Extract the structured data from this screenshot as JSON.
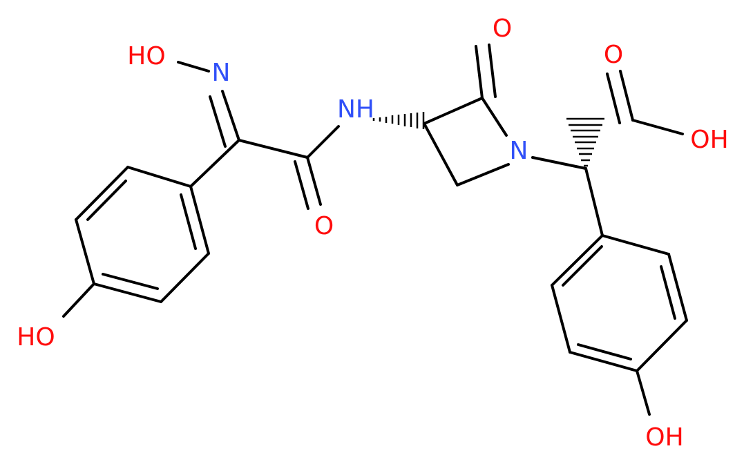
{
  "molecule": {
    "colors": {
      "bond": "#000000",
      "oxygen": "#ff0d0d",
      "nitrogen": "#3050f8"
    },
    "atoms": {
      "oxime_oh": {
        "text": "HO",
        "element": "O"
      },
      "oxime_n": {
        "text": "N",
        "element": "N"
      },
      "amide_nh": {
        "text": "NH",
        "element": "N"
      },
      "lactam_o": {
        "text": "O",
        "element": "O"
      },
      "amide_o": {
        "text": "O",
        "element": "O"
      },
      "ring_n": {
        "text": "N",
        "element": "N"
      },
      "acid_o": {
        "text": "O",
        "element": "O"
      },
      "acid_oh": {
        "text": "OH",
        "element": "O"
      },
      "phenol_left": {
        "text": "HO",
        "element": "O"
      },
      "phenol_right": {
        "text": "OH",
        "element": "O"
      }
    }
  }
}
